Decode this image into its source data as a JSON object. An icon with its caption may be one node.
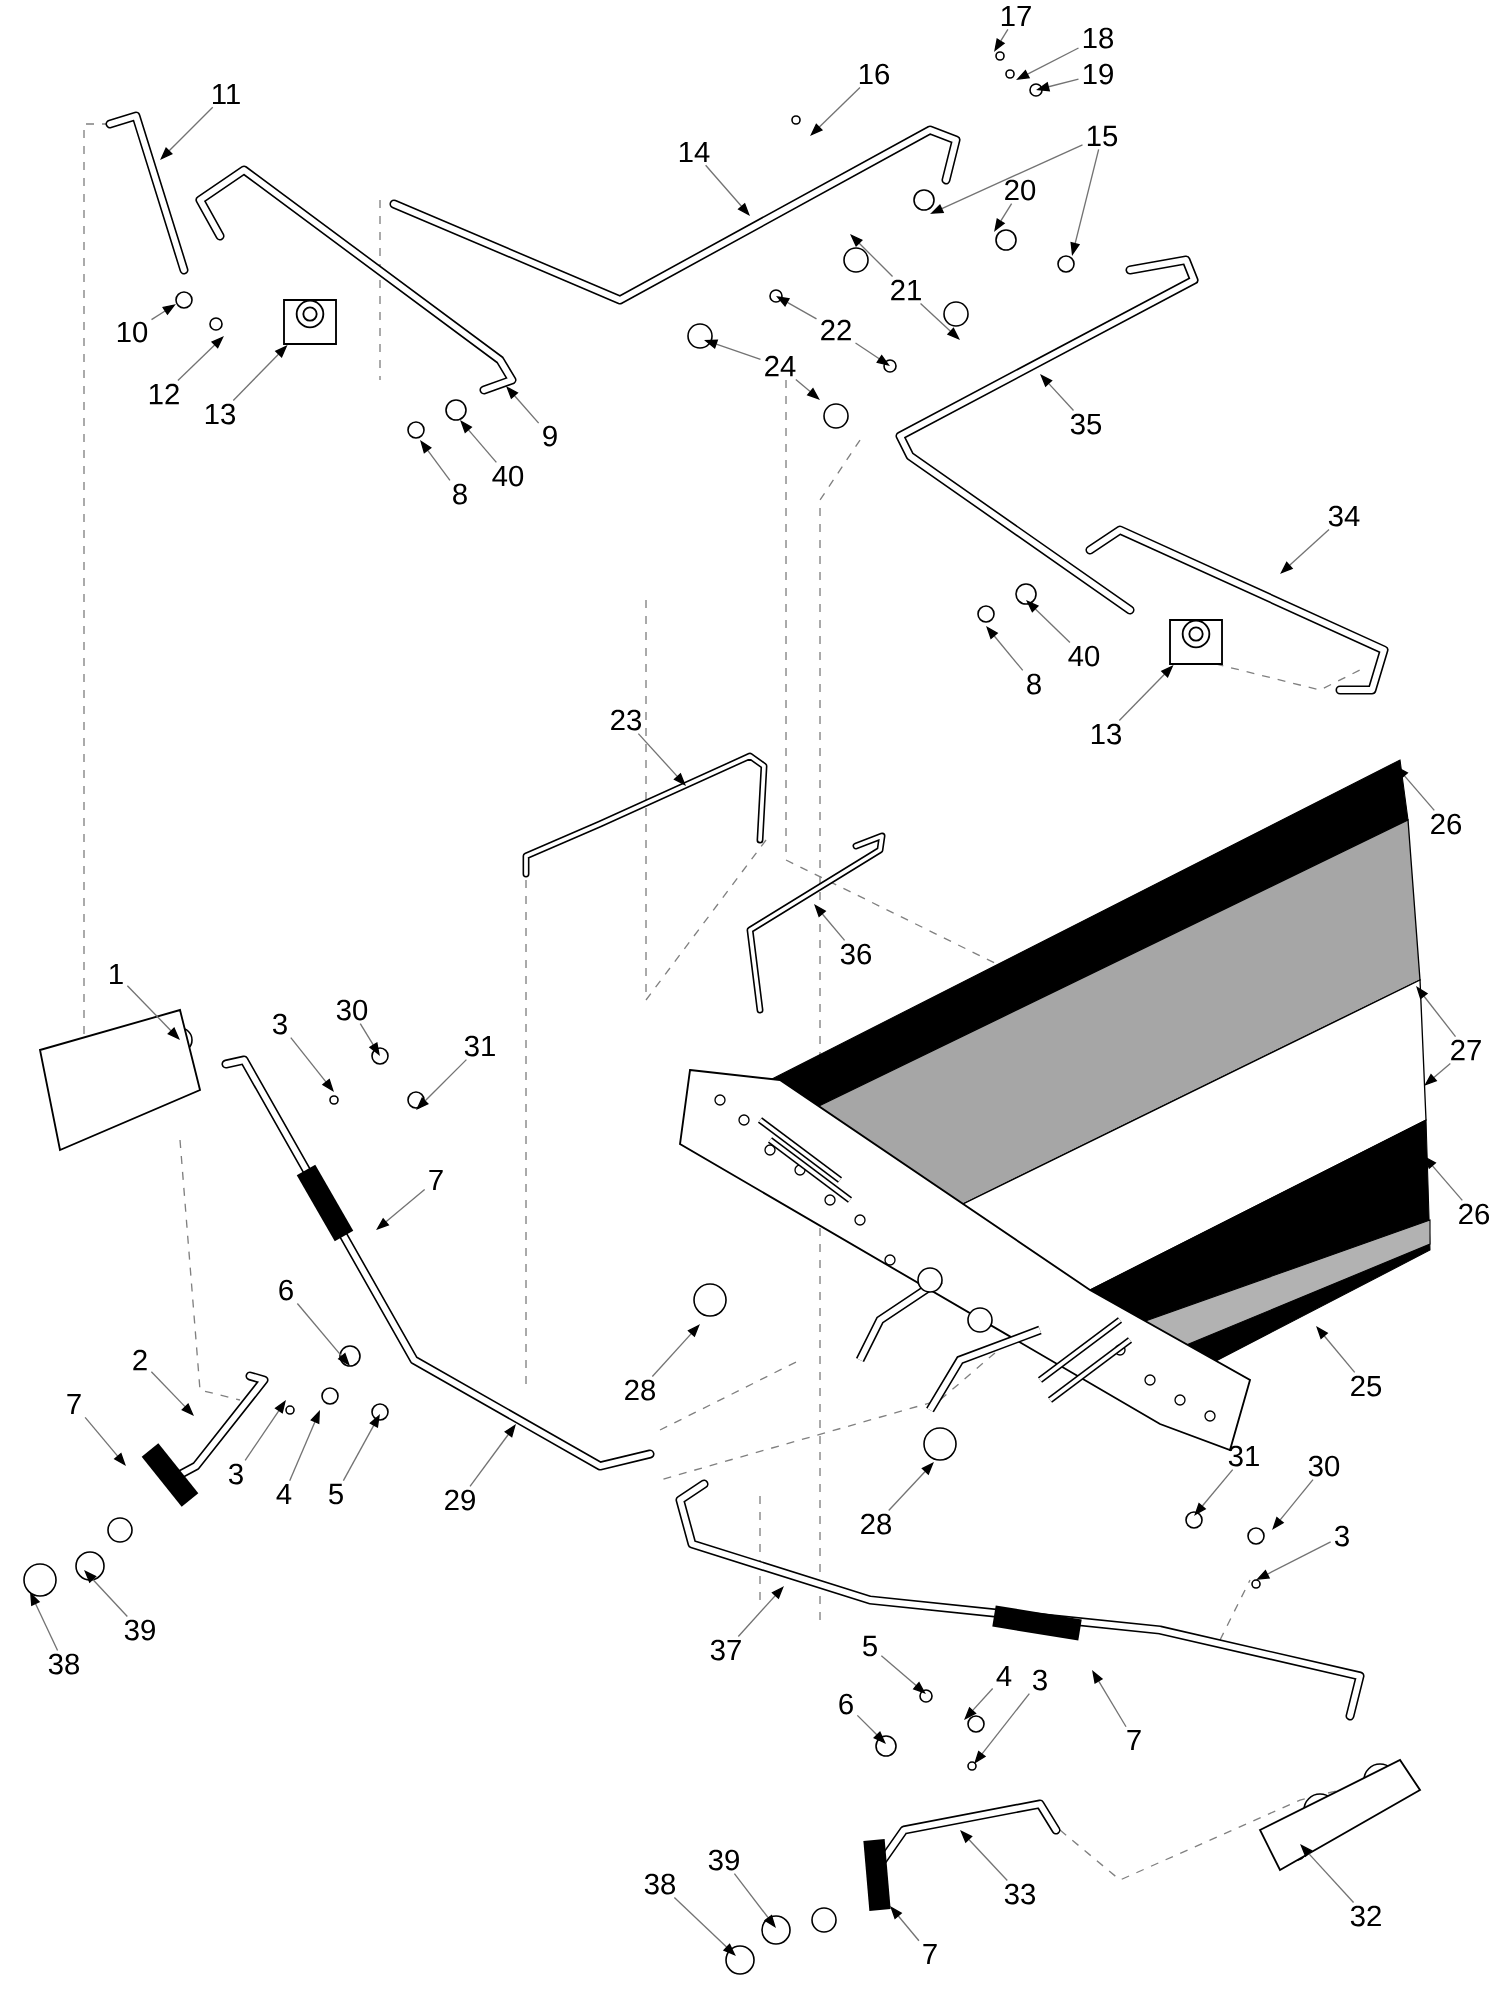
{
  "diagram": {
    "nodes": [
      {
        "text": [
          "11"
        ]
      },
      {
        "text": [
          "16"
        ]
      },
      {
        "text": [
          "17"
        ]
      },
      {
        "text": [
          "18"
        ]
      },
      {
        "text": [
          "19"
        ]
      },
      {
        "text": [
          "15"
        ]
      },
      {
        "text": [
          "14"
        ]
      },
      {
        "text": [
          "20"
        ]
      },
      {
        "text": [
          "21"
        ]
      },
      {
        "text": [
          "22"
        ]
      },
      {
        "text": [
          "10"
        ]
      },
      {
        "text": [
          "12"
        ]
      },
      {
        "text": [
          "24"
        ]
      },
      {
        "text": [
          "13"
        ]
      },
      {
        "text": [
          "35"
        ]
      },
      {
        "text": [
          "9"
        ]
      },
      {
        "text": [
          "40"
        ]
      },
      {
        "text": [
          "8"
        ]
      },
      {
        "text": [
          "34"
        ]
      },
      {
        "text": [
          "40"
        ]
      },
      {
        "text": [
          "8"
        ]
      },
      {
        "text": [
          "23"
        ]
      },
      {
        "text": [
          "13"
        ]
      },
      {
        "text": [
          "26"
        ]
      },
      {
        "text": [
          "36"
        ]
      },
      {
        "text": [
          "1"
        ]
      },
      {
        "text": [
          "3"
        ]
      },
      {
        "text": [
          "30"
        ]
      },
      {
        "text": [
          "31"
        ]
      },
      {
        "text": [
          "27"
        ]
      },
      {
        "text": [
          "7"
        ]
      },
      {
        "text": [
          "26"
        ]
      },
      {
        "text": [
          "6"
        ]
      },
      {
        "text": [
          "2"
        ]
      },
      {
        "text": [
          "25"
        ]
      },
      {
        "text": [
          "28"
        ]
      },
      {
        "text": [
          "7"
        ]
      },
      {
        "text": [
          "3"
        ]
      },
      {
        "text": [
          "4"
        ]
      },
      {
        "text": [
          "5"
        ]
      },
      {
        "text": [
          "31"
        ]
      },
      {
        "text": [
          "30"
        ]
      },
      {
        "text": [
          "29"
        ]
      },
      {
        "text": [
          "3"
        ]
      },
      {
        "text": [
          "28"
        ]
      },
      {
        "text": [
          "39"
        ]
      },
      {
        "text": [
          "38"
        ]
      },
      {
        "text": [
          "5"
        ]
      },
      {
        "text": [
          "37"
        ]
      },
      {
        "text": [
          "4"
        ]
      },
      {
        "text": [
          "3"
        ]
      },
      {
        "text": [
          "6"
        ]
      },
      {
        "text": [
          "7"
        ]
      },
      {
        "text": [
          "38"
        ]
      },
      {
        "text": [
          "39"
        ]
      },
      {
        "text": [
          "33"
        ]
      },
      {
        "text": [
          "32"
        ]
      },
      {
        "text": [
          "7"
        ]
      },
      {
        "text": [],
        "shape": "picture"
      },
      {
        "text": [],
        "shape": "picture"
      }
    ],
    "edges": [
      {
        "from": 0,
        "to": null,
        "arrow": "to"
      },
      {
        "from": 1,
        "to": null,
        "arrow": "to"
      },
      {
        "from": 2,
        "to": null,
        "arrow": "to"
      },
      {
        "from": 3,
        "to": null,
        "arrow": "to"
      },
      {
        "from": 4,
        "to": null,
        "arrow": "to"
      },
      {
        "from": 5,
        "to": null,
        "arrow": "to"
      },
      {
        "from": 5,
        "to": null,
        "arrow": "to"
      },
      {
        "from": 6,
        "to": null,
        "arrow": "to"
      },
      {
        "from": 7,
        "to": null,
        "arrow": "to"
      },
      {
        "from": 8,
        "to": null,
        "arrow": "to"
      },
      {
        "from": 8,
        "to": null,
        "arrow": "to"
      },
      {
        "from": 9,
        "to": null,
        "arrow": "to"
      },
      {
        "from": 9,
        "to": null,
        "arrow": "to"
      },
      {
        "from": 10,
        "to": null,
        "arrow": "to"
      },
      {
        "from": 11,
        "to": null,
        "arrow": "to"
      },
      {
        "from": 12,
        "to": null,
        "arrow": "to"
      },
      {
        "from": 12,
        "to": null,
        "arrow": "to"
      },
      {
        "from": 13,
        "to": 58,
        "arrow": "to"
      },
      {
        "from": 14,
        "to": null,
        "arrow": "to"
      },
      {
        "from": 15,
        "to": null,
        "arrow": "to"
      },
      {
        "from": 16,
        "to": null,
        "arrow": "to"
      },
      {
        "from": 17,
        "to": null,
        "arrow": "to"
      },
      {
        "from": 18,
        "to": null,
        "arrow": "to"
      },
      {
        "from": 19,
        "to": null,
        "arrow": "to"
      },
      {
        "from": 20,
        "to": null,
        "arrow": "to"
      },
      {
        "from": 21,
        "to": null,
        "arrow": "to"
      },
      {
        "from": 22,
        "to": 59,
        "arrow": "to"
      },
      {
        "from": 23,
        "to": null,
        "arrow": "to"
      },
      {
        "from": 24,
        "to": null,
        "arrow": "to"
      },
      {
        "from": 25,
        "to": null,
        "arrow": "to"
      },
      {
        "from": 26,
        "to": null,
        "arrow": "to"
      },
      {
        "from": 27,
        "to": null,
        "arrow": "to"
      },
      {
        "from": 28,
        "to": null,
        "arrow": "to"
      },
      {
        "from": 29,
        "to": null,
        "arrow": "to"
      },
      {
        "from": 29,
        "to": null,
        "arrow": "to"
      },
      {
        "from": 30,
        "to": null,
        "arrow": "to"
      },
      {
        "from": 31,
        "to": null,
        "arrow": "to"
      },
      {
        "from": 32,
        "to": null,
        "arrow": "to"
      },
      {
        "from": 33,
        "to": null,
        "arrow": "to"
      },
      {
        "from": 34,
        "to": null,
        "arrow": "to"
      },
      {
        "from": 35,
        "to": null,
        "arrow": "to"
      },
      {
        "from": 36,
        "to": null,
        "arrow": "to"
      },
      {
        "from": 37,
        "to": null,
        "arrow": "to"
      },
      {
        "from": 38,
        "to": null,
        "arrow": "to"
      },
      {
        "from": 39,
        "to": null,
        "arrow": "to"
      },
      {
        "from": 40,
        "to": null,
        "arrow": "to"
      },
      {
        "from": 41,
        "to": null,
        "arrow": "to"
      },
      {
        "from": 42,
        "to": null,
        "arrow": "to"
      },
      {
        "from": 43,
        "to": null,
        "arrow": "to"
      },
      {
        "from": 44,
        "to": null,
        "arrow": "to"
      },
      {
        "from": 45,
        "to": null,
        "arrow": "to"
      },
      {
        "from": 46,
        "to": null,
        "arrow": "to"
      },
      {
        "from": 47,
        "to": null,
        "arrow": "to"
      },
      {
        "from": 48,
        "to": null,
        "arrow": "to"
      },
      {
        "from": 49,
        "to": null,
        "arrow": "to"
      },
      {
        "from": 50,
        "to": null,
        "arrow": "to"
      },
      {
        "from": 51,
        "to": null,
        "arrow": "to"
      },
      {
        "from": 52,
        "to": null,
        "arrow": "to"
      },
      {
        "from": 53,
        "to": null,
        "arrow": "to"
      },
      {
        "from": 54,
        "to": null,
        "arrow": "to"
      },
      {
        "from": 55,
        "to": null,
        "arrow": "to"
      },
      {
        "from": 56,
        "to": null,
        "arrow": "to"
      },
      {
        "from": 57,
        "to": null,
        "arrow": "to"
      }
    ]
  }
}
